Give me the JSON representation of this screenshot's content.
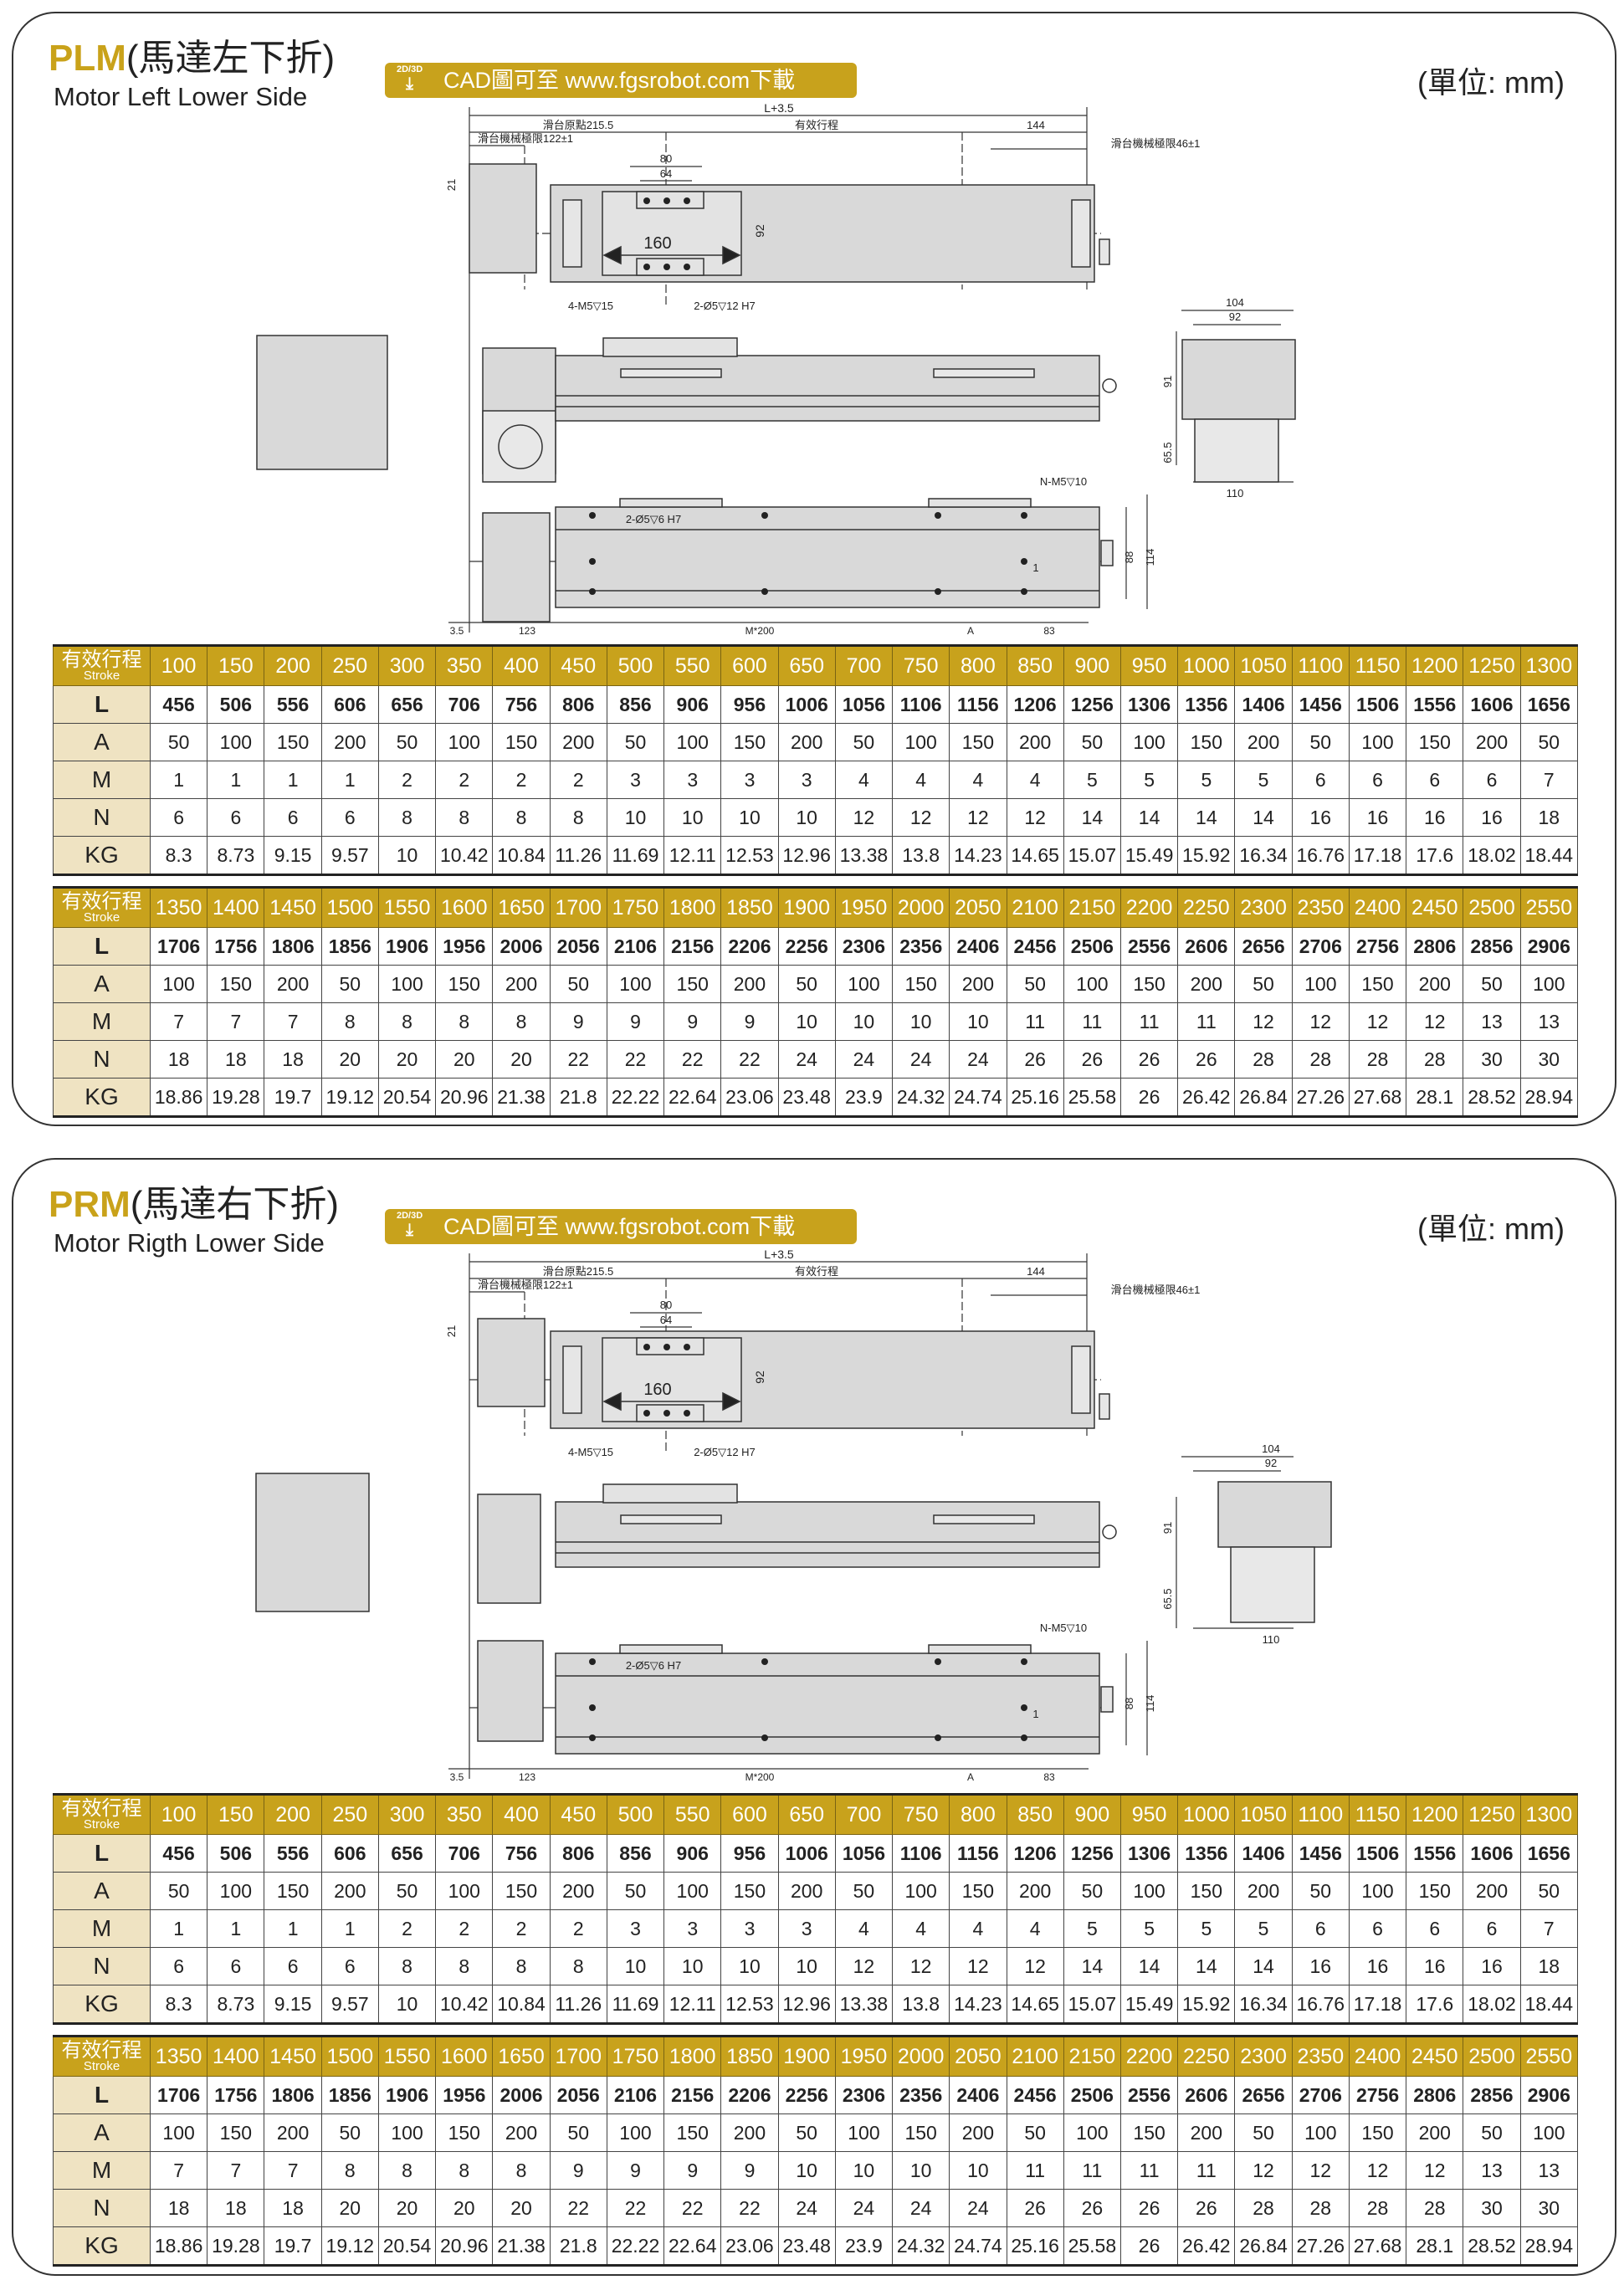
{
  "colors": {
    "accent": "#c8a21c",
    "label_bg": "#efe3c2",
    "part": "#d9d9d9"
  },
  "banner": {
    "icon_label": "2D/3D",
    "text": "CAD圖可至 www.fgsrobot.com下載"
  },
  "unit": "(單位: mm)",
  "panels": [
    {
      "code": "PLM",
      "cn": "(馬達左下折)",
      "subtitle": "Motor Left Lower Side"
    },
    {
      "code": "PRM",
      "cn": "(馬達右下折)",
      "subtitle": "Motor Rigth Lower Side"
    }
  ],
  "dims": {
    "total": "L+3.5",
    "origin": "滑台原點215.5",
    "stroke": "有效行程",
    "d144": "144",
    "limit_left": "滑台機械極限122±1",
    "limit_right": "滑台機械極限46±1",
    "d80": "80",
    "d64": "64",
    "d21": "21",
    "d92": "92",
    "d160": "160",
    "tap1": "4-M5▽15",
    "pin1": "2-Ø5▽12 H7",
    "end104": "104",
    "end92": "92",
    "end91": "91",
    "end65": "65.5",
    "end110": "110",
    "tapN": "N-M5▽10",
    "pin2": "2-Ø5▽6 H7",
    "d88": "88",
    "d114": "114",
    "d1": "1",
    "d3_5": "3.5",
    "d123": "123",
    "m200": "M*200",
    "a": "A",
    "d83": "83"
  },
  "table_labels": {
    "stroke_cn": "有效行程",
    "stroke_en": "Stroke",
    "rows": [
      "L",
      "A",
      "M",
      "N",
      "KG"
    ]
  },
  "tables": [
    {
      "stroke": [
        "100",
        "150",
        "200",
        "250",
        "300",
        "350",
        "400",
        "450",
        "500",
        "550",
        "600",
        "650",
        "700",
        "750",
        "800",
        "850",
        "900",
        "950",
        "1000",
        "1050",
        "1100",
        "1150",
        "1200",
        "1250",
        "1300"
      ],
      "L": [
        "456",
        "506",
        "556",
        "606",
        "656",
        "706",
        "756",
        "806",
        "856",
        "906",
        "956",
        "1006",
        "1056",
        "1106",
        "1156",
        "1206",
        "1256",
        "1306",
        "1356",
        "1406",
        "1456",
        "1506",
        "1556",
        "1606",
        "1656"
      ],
      "A": [
        "50",
        "100",
        "150",
        "200",
        "50",
        "100",
        "150",
        "200",
        "50",
        "100",
        "150",
        "200",
        "50",
        "100",
        "150",
        "200",
        "50",
        "100",
        "150",
        "200",
        "50",
        "100",
        "150",
        "200",
        "50"
      ],
      "M": [
        "1",
        "1",
        "1",
        "1",
        "2",
        "2",
        "2",
        "2",
        "3",
        "3",
        "3",
        "3",
        "4",
        "4",
        "4",
        "4",
        "5",
        "5",
        "5",
        "5",
        "6",
        "6",
        "6",
        "6",
        "7"
      ],
      "N": [
        "6",
        "6",
        "6",
        "6",
        "8",
        "8",
        "8",
        "8",
        "10",
        "10",
        "10",
        "10",
        "12",
        "12",
        "12",
        "12",
        "14",
        "14",
        "14",
        "14",
        "16",
        "16",
        "16",
        "16",
        "18"
      ],
      "KG": [
        "8.3",
        "8.73",
        "9.15",
        "9.57",
        "10",
        "10.42",
        "10.84",
        "11.26",
        "11.69",
        "12.11",
        "12.53",
        "12.96",
        "13.38",
        "13.8",
        "14.23",
        "14.65",
        "15.07",
        "15.49",
        "15.92",
        "16.34",
        "16.76",
        "17.18",
        "17.6",
        "18.02",
        "18.44"
      ]
    },
    {
      "stroke": [
        "1350",
        "1400",
        "1450",
        "1500",
        "1550",
        "1600",
        "1650",
        "1700",
        "1750",
        "1800",
        "1850",
        "1900",
        "1950",
        "2000",
        "2050",
        "2100",
        "2150",
        "2200",
        "2250",
        "2300",
        "2350",
        "2400",
        "2450",
        "2500",
        "2550"
      ],
      "L": [
        "1706",
        "1756",
        "1806",
        "1856",
        "1906",
        "1956",
        "2006",
        "2056",
        "2106",
        "2156",
        "2206",
        "2256",
        "2306",
        "2356",
        "2406",
        "2456",
        "2506",
        "2556",
        "2606",
        "2656",
        "2706",
        "2756",
        "2806",
        "2856",
        "2906"
      ],
      "A": [
        "100",
        "150",
        "200",
        "50",
        "100",
        "150",
        "200",
        "50",
        "100",
        "150",
        "200",
        "50",
        "100",
        "150",
        "200",
        "50",
        "100",
        "150",
        "200",
        "50",
        "100",
        "150",
        "200",
        "50",
        "100"
      ],
      "M": [
        "7",
        "7",
        "7",
        "8",
        "8",
        "8",
        "8",
        "9",
        "9",
        "9",
        "9",
        "10",
        "10",
        "10",
        "10",
        "11",
        "11",
        "11",
        "11",
        "12",
        "12",
        "12",
        "12",
        "13",
        "13"
      ],
      "N": [
        "18",
        "18",
        "18",
        "20",
        "20",
        "20",
        "20",
        "22",
        "22",
        "22",
        "22",
        "24",
        "24",
        "24",
        "24",
        "26",
        "26",
        "26",
        "26",
        "28",
        "28",
        "28",
        "28",
        "30",
        "30"
      ],
      "KG": [
        "18.86",
        "19.28",
        "19.7",
        "19.12",
        "20.54",
        "20.96",
        "21.38",
        "21.8",
        "22.22",
        "22.64",
        "23.06",
        "23.48",
        "23.9",
        "24.32",
        "24.74",
        "25.16",
        "25.58",
        "26",
        "26.42",
        "26.84",
        "27.26",
        "27.68",
        "28.1",
        "28.52",
        "28.94"
      ]
    }
  ]
}
